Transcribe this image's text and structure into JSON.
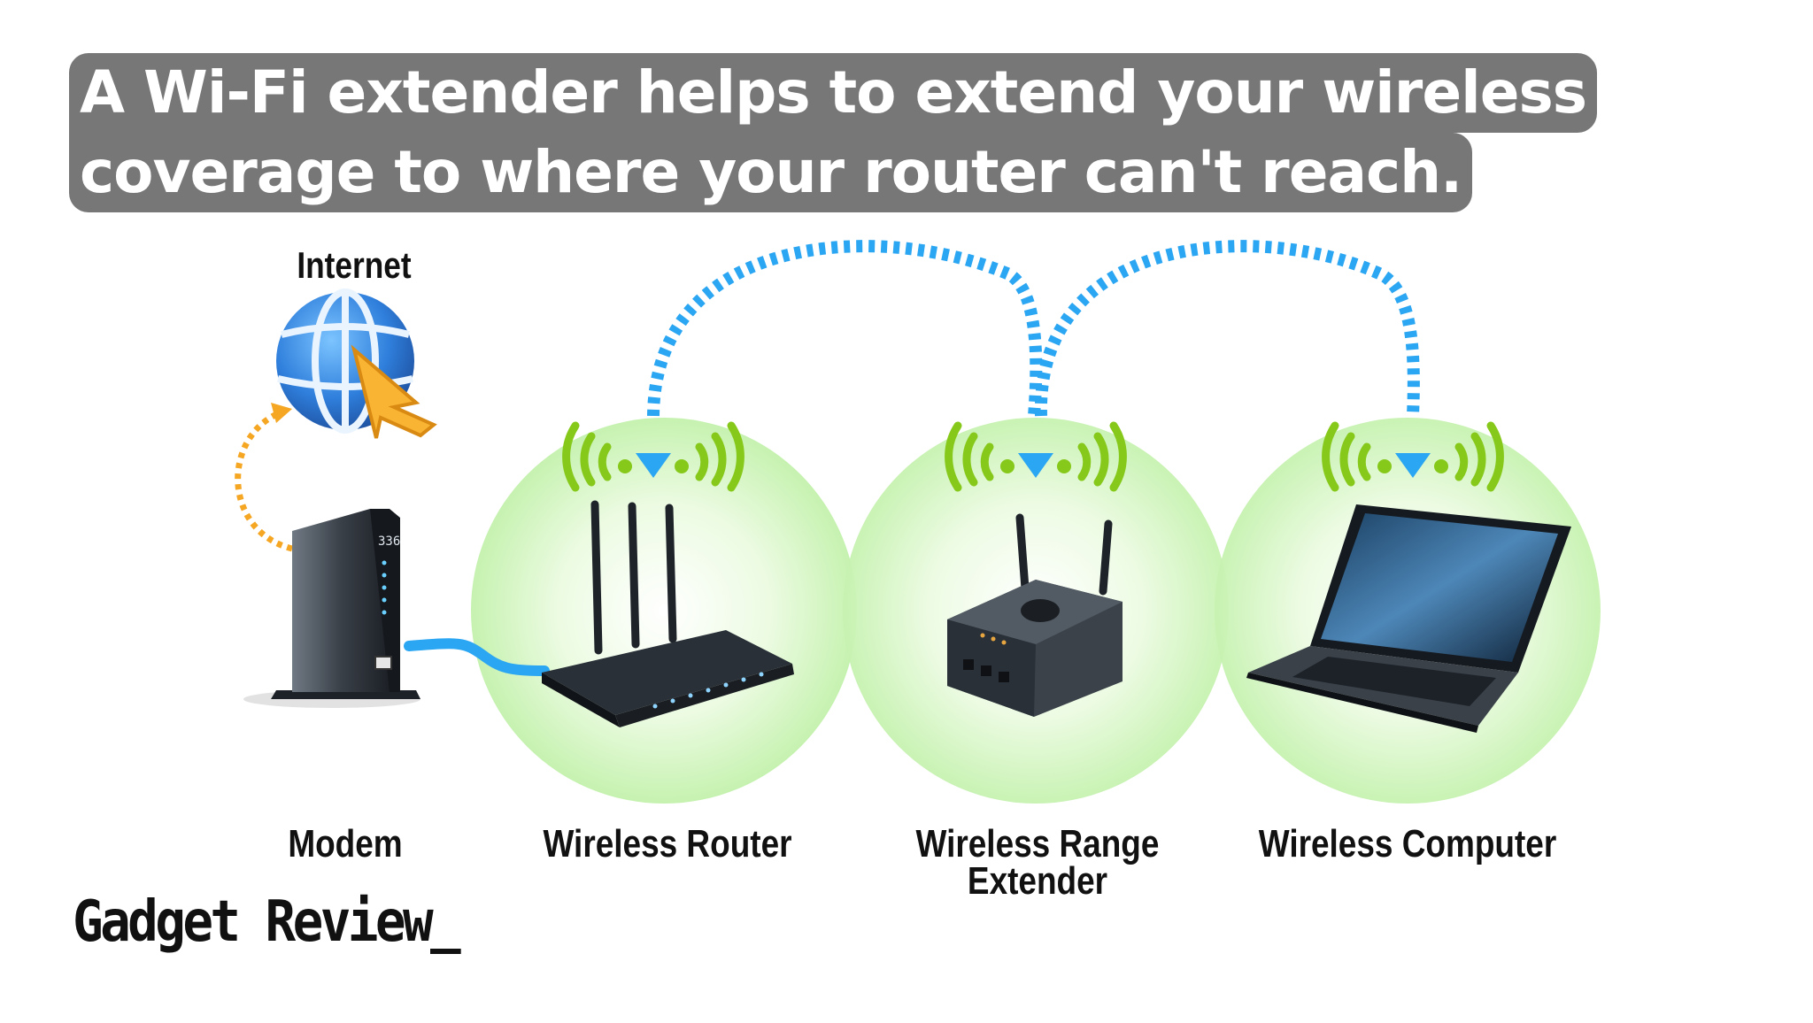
{
  "headline": {
    "line1": "A Wi-Fi extender helps to extend your wireless",
    "line2": "coverage to where your router can't reach."
  },
  "labels": {
    "internet": "Internet",
    "modem": "Modem",
    "router": "Wireless Router",
    "extender_line1": "Wireless Range",
    "extender_line2": "Extender",
    "computer": "Wireless Computer"
  },
  "modem_display": "336",
  "brand": "Gadget Review_",
  "colors": {
    "headline_bg": "#777777",
    "coverage": "#ccf5b8",
    "signal": "#86c91a",
    "wireless_link": "#2ba6f2",
    "cable": "#2ba6f2",
    "internet_link": "#f5a623"
  }
}
